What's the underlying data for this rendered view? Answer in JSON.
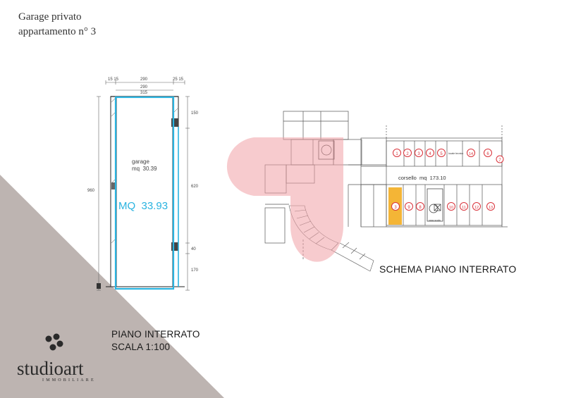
{
  "header": {
    "line1": "Garage privato",
    "line2": "appartamento n° 3"
  },
  "floorplan": {
    "room_name": "garage",
    "room_area": "mq  30.39",
    "total_area": "MQ  33.93",
    "dims_top": [
      "15 15",
      "290",
      "25 15"
    ],
    "dims_top2": [
      "290",
      "315"
    ],
    "dims_right": [
      "150",
      "620",
      "40",
      "170"
    ],
    "dim_left": "960"
  },
  "schema": {
    "title": "SCHEMA PIANO INTERRATO",
    "corridor": "corsello  mq  173.10",
    "top_spots": [
      "1",
      "2",
      "3",
      "4",
      "5",
      "14",
      "6",
      "7"
    ],
    "bottom_spots": [
      "3",
      "9",
      "8",
      "10",
      "11",
      "12",
      "13"
    ],
    "note": "locale tecnico",
    "note2": "vano scala"
  },
  "caption": {
    "piano": "PIANO INTERRATO",
    "scala": "SCALA 1:100"
  },
  "brand": {
    "name": "studioart",
    "sub": "IMMOBILIARE"
  },
  "colors": {
    "corner_triangle": "#bdb4b1",
    "highlight": "#f0a0a6",
    "accent_cyan": "#29b3e0",
    "selected_spot": "#f4b536",
    "spot_red": "#d9333b"
  }
}
